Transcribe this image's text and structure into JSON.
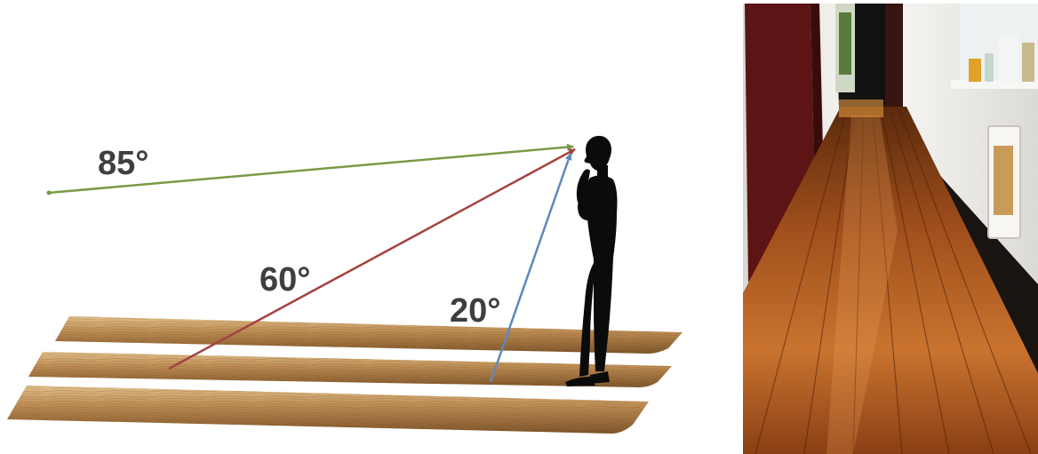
{
  "diagram": {
    "angles": [
      {
        "id": "a85",
        "label": "85°",
        "color": "#7a9a46"
      },
      {
        "id": "a60",
        "label": "60°",
        "color": "#a5423f"
      },
      {
        "id": "a20",
        "label": "20°",
        "color": "#5f88bd"
      }
    ]
  },
  "photo": {
    "floor_color": "#b25e22",
    "wall_color": "#e8e6e2",
    "door_color": "#5c1414"
  }
}
